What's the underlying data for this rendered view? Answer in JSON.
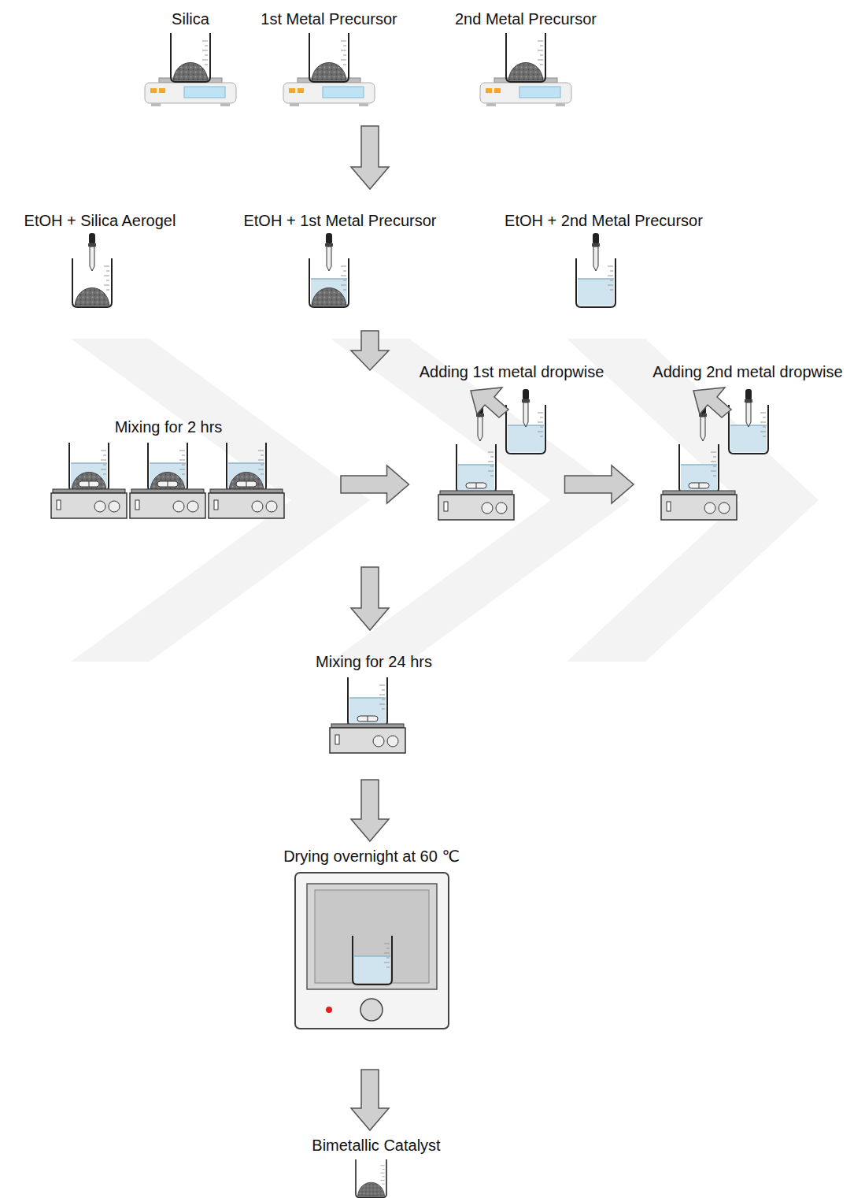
{
  "diagram": {
    "nodes": [
      {
        "text": [
          "Silica"
        ]
      },
      {
        "text": [
          "1st Metal Precursor"
        ]
      },
      {
        "text": [
          "2nd Metal Precursor"
        ]
      },
      {
        "text": [
          "EtOH + Silica Aerogel"
        ]
      },
      {
        "text": [
          "EtOH + 1st Metal Precursor"
        ]
      },
      {
        "text": [
          "EtOH + 2nd Metal Precursor"
        ]
      },
      {
        "text": [
          "Mixing for 2 hrs"
        ]
      },
      {
        "text": [
          "Adding 1st metal dropwise"
        ]
      },
      {
        "text": [
          "Adding 2nd metal dropwise"
        ]
      },
      {
        "text": [
          "Mixing for 24 hrs"
        ]
      },
      {
        "text": [
          "Drying overnight at 60 ℃"
        ]
      },
      {
        "text": [
          "Bimetallic Catalyst"
        ]
      }
    ],
    "edges": [
      {
        "from": 1,
        "to": 4,
        "arrow": "to"
      },
      {
        "from": 4,
        "to": 6,
        "arrow": "to"
      },
      {
        "from": 6,
        "to": 7,
        "arrow": "to"
      },
      {
        "from": 7,
        "to": 8,
        "arrow": "to"
      },
      {
        "from": 7,
        "to": 9,
        "arrow": "to"
      },
      {
        "from": 9,
        "to": 10,
        "arrow": "to"
      },
      {
        "from": 10,
        "to": 11,
        "arrow": "to"
      }
    ]
  }
}
